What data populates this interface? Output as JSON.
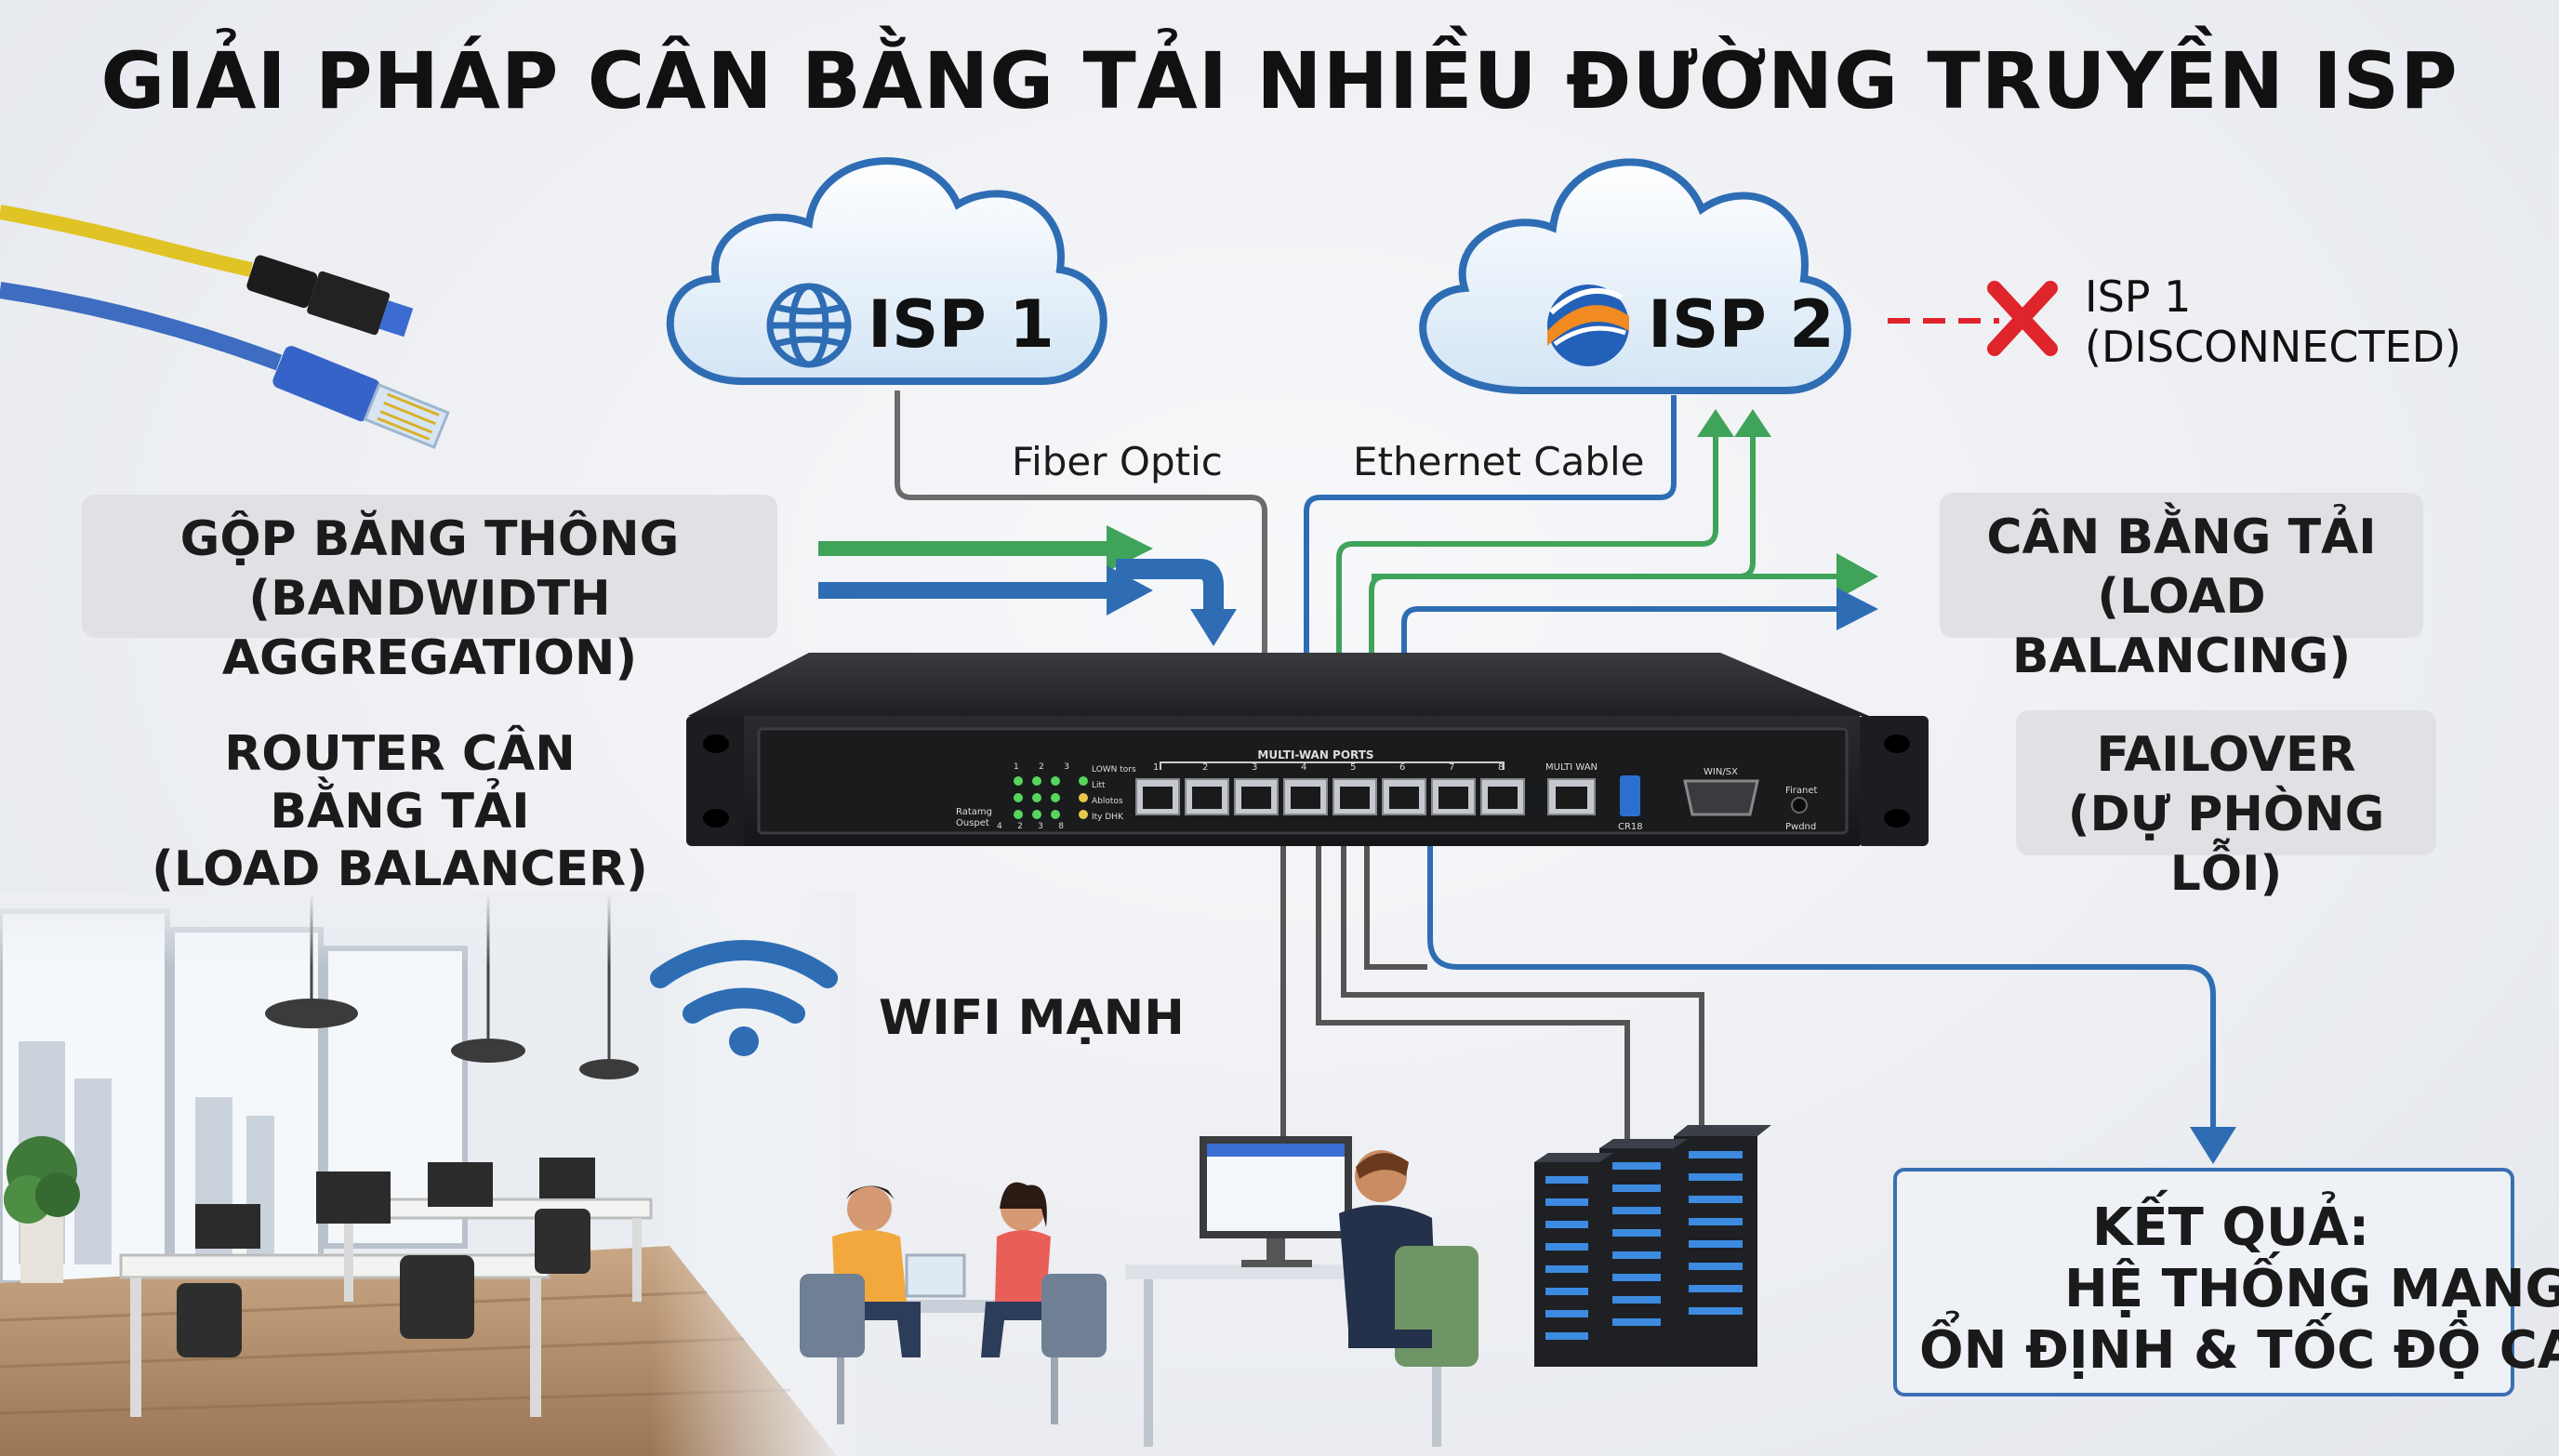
{
  "title": "GIẢI PHÁP CÂN BẰNG TẢI NHIỀU ĐƯỜNG TRUYỀN ISP",
  "isp1": {
    "label": "ISP 1"
  },
  "isp2": {
    "label": "ISP 2"
  },
  "disconnected": {
    "line1": "ISP 1",
    "line2": "(DISCONNECTED)"
  },
  "cables": {
    "fiber": "Fiber Optic",
    "ethernet": "Ethernet Cable"
  },
  "aggregation": {
    "line1": "GỘP BĂNG THÔNG",
    "line2": "(BANDWIDTH AGGREGATION)"
  },
  "load_balancing": {
    "line1": "CÂN BẰNG TẢI",
    "line2": "(LOAD BALANCING)"
  },
  "router": {
    "line1": "ROUTER CÂN BẰNG TẢI",
    "line2": "(LOAD BALANCER)"
  },
  "failover": {
    "line1": "FAILOVER",
    "line2": "(DỰ PHÒNG LỖI)"
  },
  "wifi": {
    "label": "WIFI MẠNH"
  },
  "result": {
    "line1": "KẾT QUẢ:",
    "line2": "HỆ THỐNG MẠNG",
    "line3": "ỔN ĐỊNH & TỐC ĐỘ CAO"
  },
  "device": {
    "multiwan_ports": "MULTI-WAN PORTS",
    "port_numbers": [
      "1",
      "2",
      "3",
      "4",
      "5",
      "6",
      "7",
      "8"
    ],
    "multi_wan": "MULTI WAN",
    "usb_label": "CR18",
    "console_label": "WIN/SX",
    "power_label": "Firanet",
    "power_sub": "Pwdnd",
    "led_cols": [
      "1",
      "2",
      "3"
    ],
    "led_bottom": [
      "4",
      "2",
      "3",
      "8"
    ],
    "led_left": [
      "Ratamg",
      "Ouspet"
    ],
    "legend": [
      "LOWN tors",
      "Litt",
      "Ablotos",
      "Ity DHK"
    ]
  },
  "colors": {
    "green": "#3fa35a",
    "blue": "#2e6db4",
    "gray": "#6b6b6b",
    "red": "#e0242b",
    "cloud": "#dbeaf7"
  }
}
